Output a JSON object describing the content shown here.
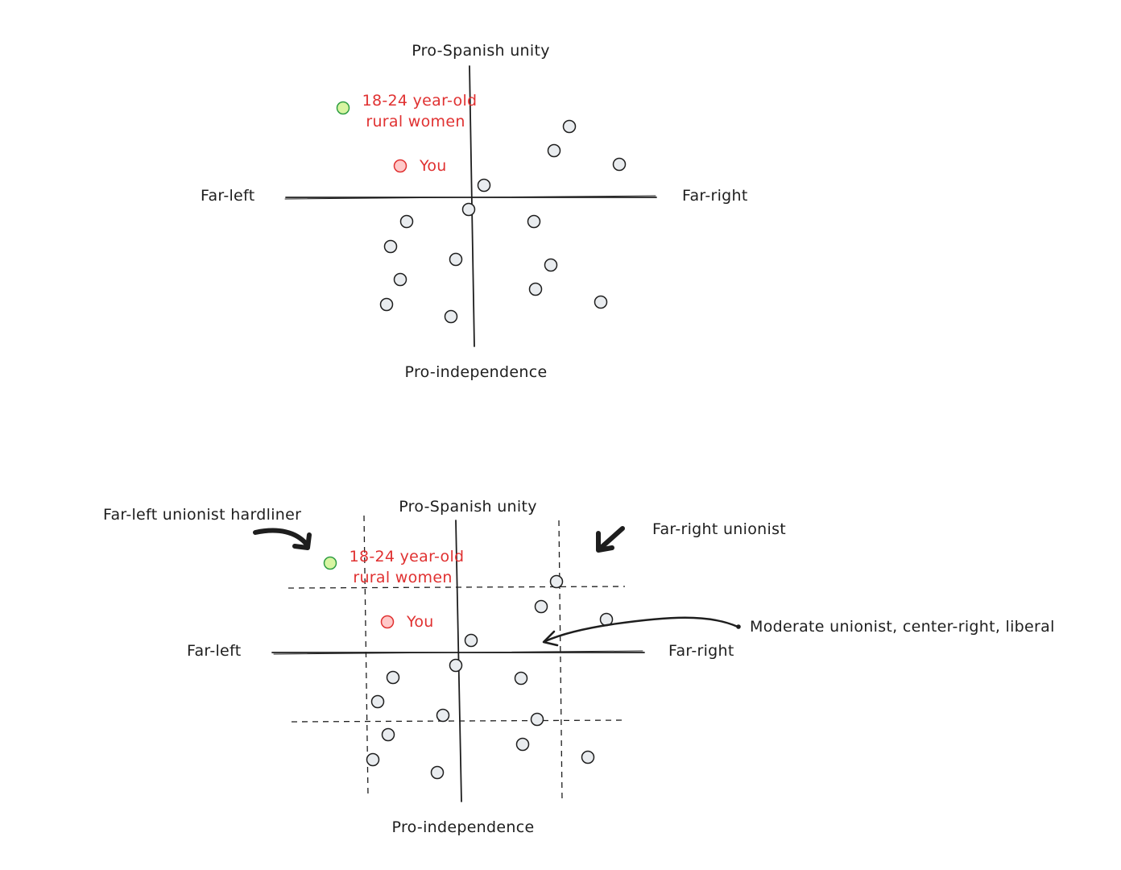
{
  "panels": [
    {
      "axes": {
        "top": "Pro-Spanish unity",
        "bottom": "Pro-independence",
        "left": "Far-left",
        "right": "Far-right"
      },
      "highlights": {
        "group_label_line1": "18-24 year-old",
        "group_label_line2": "rural women",
        "you_label": "You"
      }
    },
    {
      "axes": {
        "top": "Pro-Spanish unity",
        "bottom": "Pro-independence",
        "left": "Far-left",
        "right": "Far-right"
      },
      "highlights": {
        "group_label_line1": "18-24 year-old",
        "group_label_line2": "rural women",
        "you_label": "You"
      },
      "annotations": {
        "far_left_unionist": "Far-left unionist hardliner",
        "far_right_unionist": "Far-right unionist",
        "moderate_unionist": "Moderate unionist, center-right, liberal"
      }
    }
  ],
  "colors": {
    "ink": "#1e1e1e",
    "dot_fill": "#e9ecef",
    "group_dot_fill": "#d8f5a2",
    "group_dot_stroke": "#2f9e44",
    "you_dot_fill": "#ffc9c9",
    "you_dot_stroke": "#e03131",
    "label_red": "#e03131"
  }
}
